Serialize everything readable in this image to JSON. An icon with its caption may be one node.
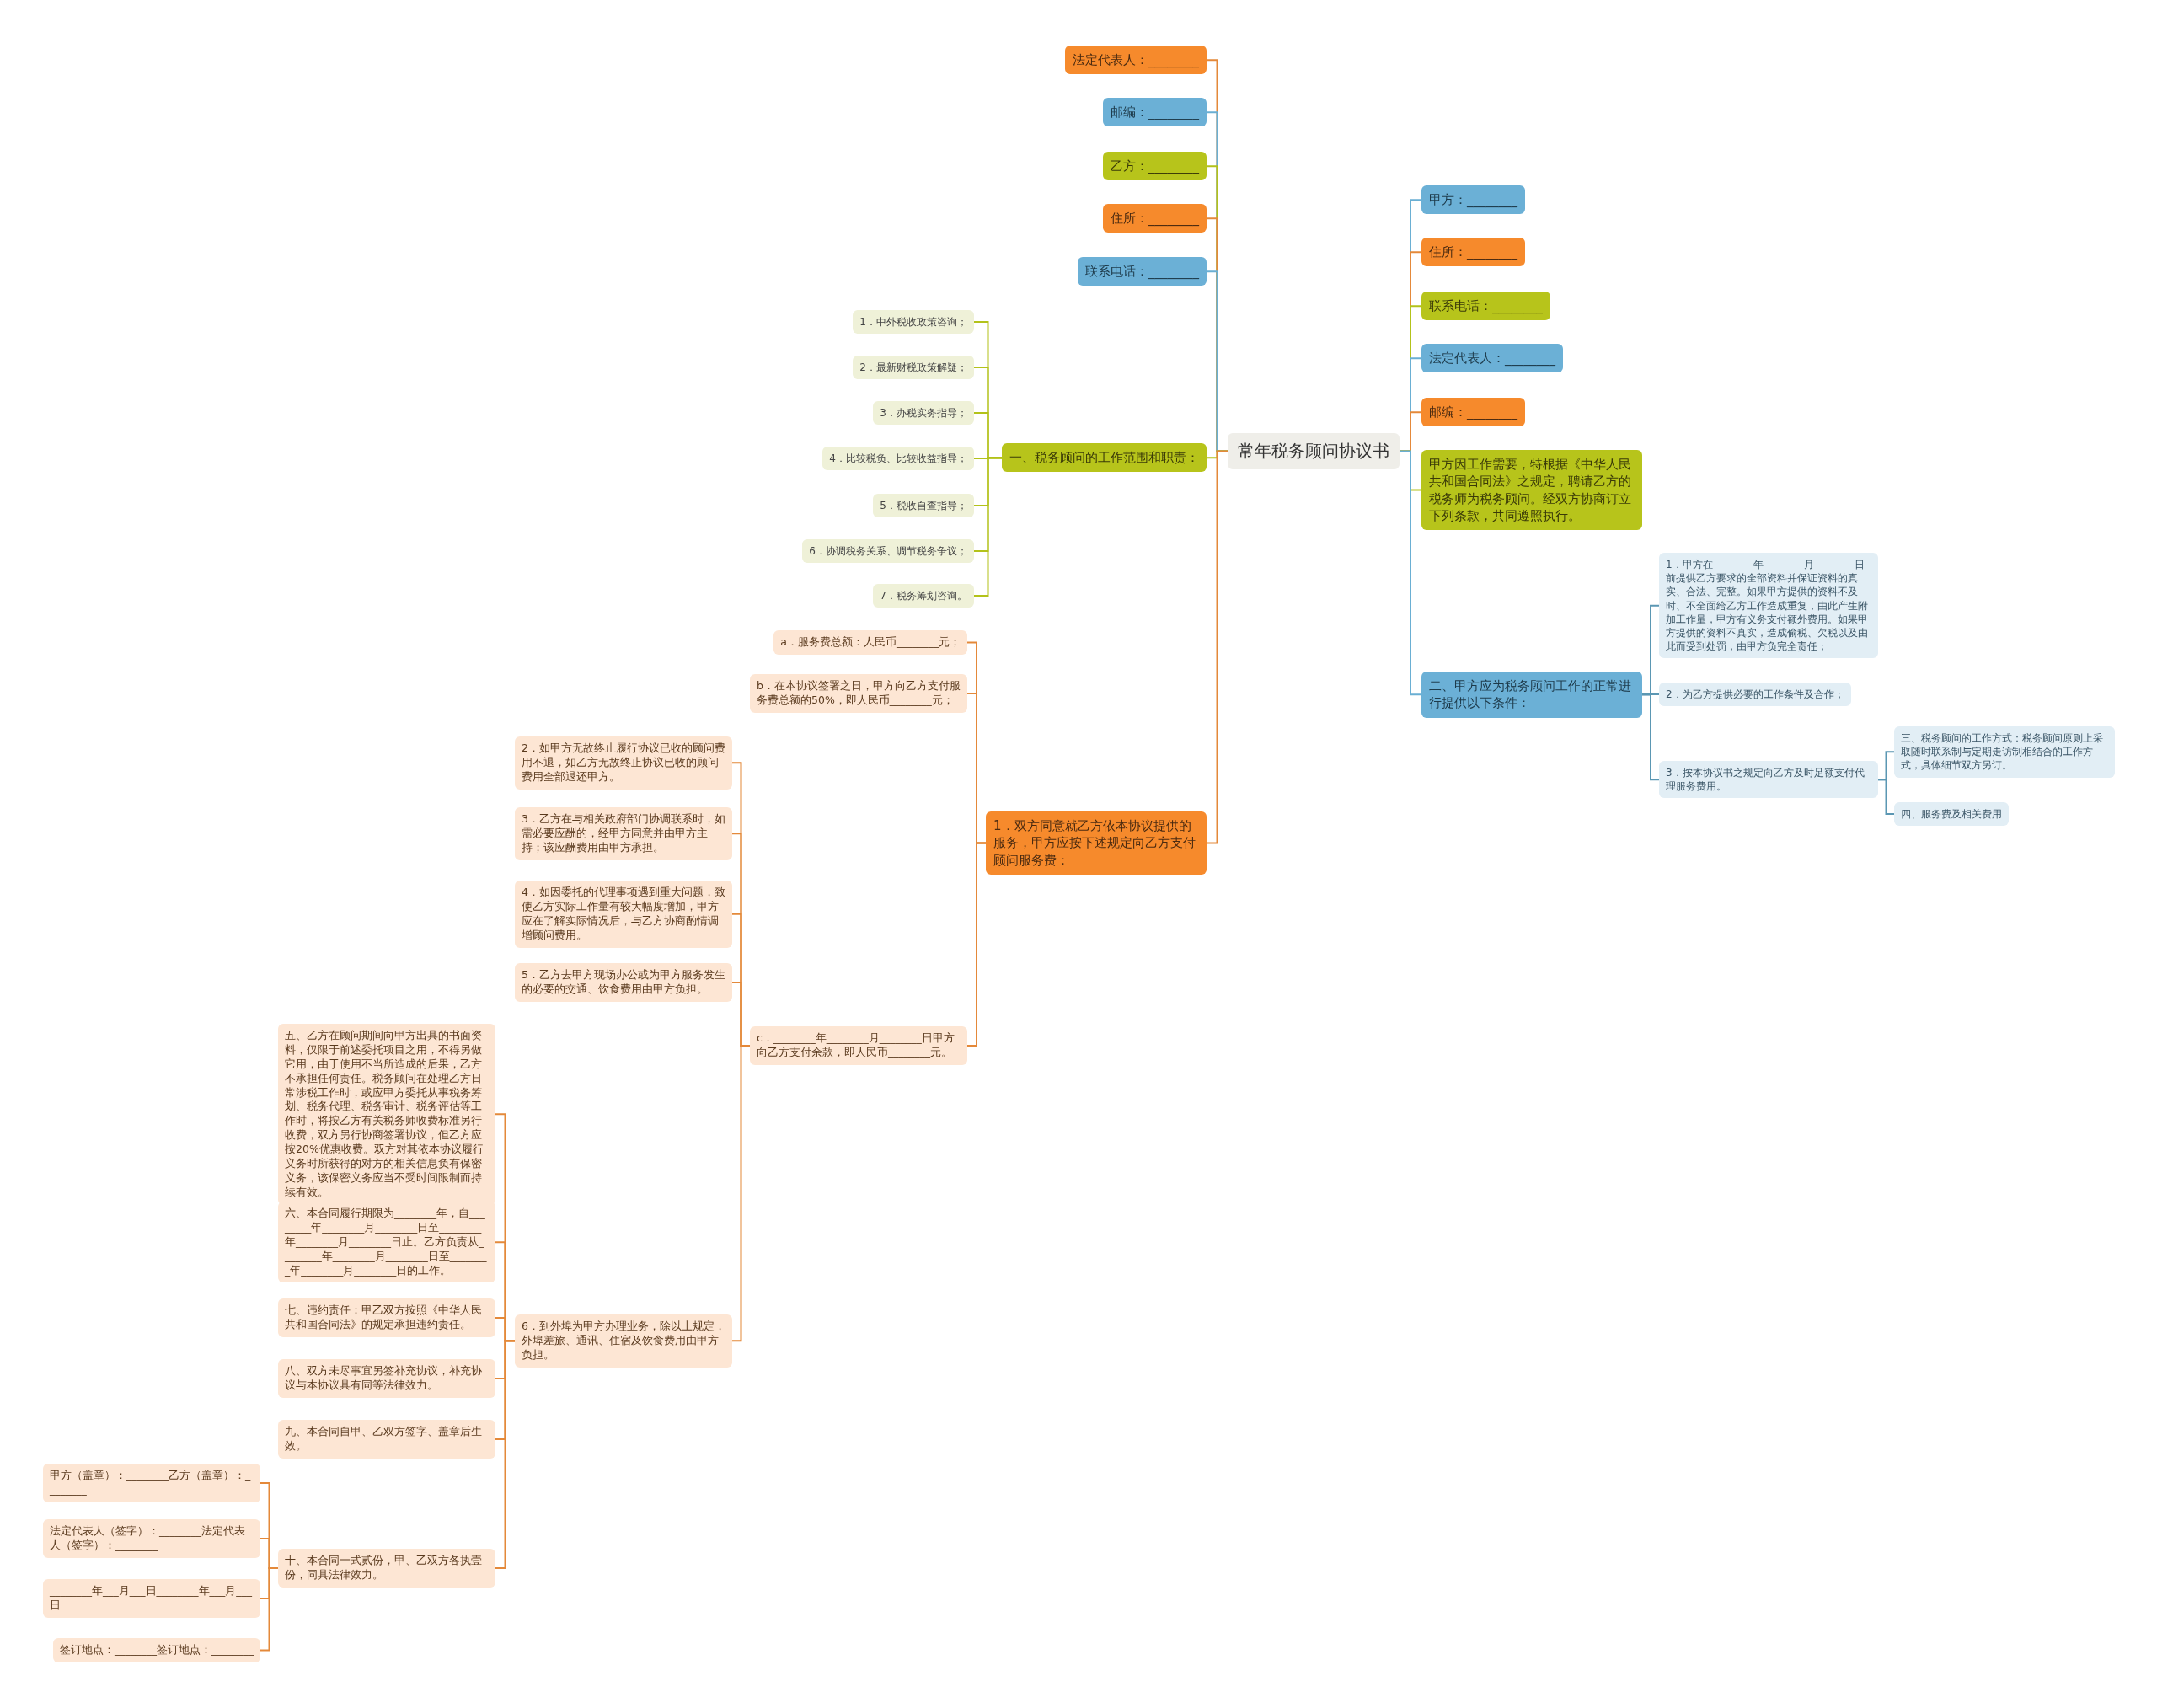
{
  "diagram": {
    "nodes": [
      {
        "text": [
          "常年税务顾问协议书"
        ]
      },
      {
        "text": [
          "法定代表人：________"
        ]
      },
      {
        "text": [
          "邮编：________"
        ]
      },
      {
        "text": [
          "乙方：________"
        ]
      },
      {
        "text": [
          "住所：________"
        ]
      },
      {
        "text": [
          "联系电话：________"
        ]
      },
      {
        "text": [
          "一、税务顾问的工作范围和职责："
        ]
      },
      {
        "text": [
          "1．中外税收政策咨询；"
        ]
      },
      {
        "text": [
          "2．最新财税政策解疑；"
        ]
      },
      {
        "text": [
          "3．办税实务指导；"
        ]
      },
      {
        "text": [
          "4．比较税负、比较收益指导；"
        ]
      },
      {
        "text": [
          "5．税收自查指导；"
        ]
      },
      {
        "text": [
          "6．协调税务关系、调节税务争议；"
        ]
      },
      {
        "text": [
          "7．税务筹划咨询。"
        ]
      },
      {
        "text": [
          "1．双方同意就乙方依本协议提供的服务，甲方应按下述规定向乙方支付顾问服务费："
        ]
      },
      {
        "text": [
          "a．服务费总额：人民币________元；"
        ]
      },
      {
        "text": [
          "b．在本协议签署之日，甲方向乙方支付服务费总额的50%，即人民币________元；"
        ]
      },
      {
        "text": [
          "c．________年________月________日甲方向乙方支付余款，即人民币________元。"
        ]
      },
      {
        "text": [
          "2．如甲方无故终止履行协议已收的顾问费用不退，如乙方无故终止协议已收的顾问费用全部退还甲方。"
        ]
      },
      {
        "text": [
          "3．乙方在与相关政府部门协调联系时，如需必要应酬的，经甲方同意并由甲方主持；该应酬费用由甲方承担。"
        ]
      },
      {
        "text": [
          "4．如因委托的代理事项遇到重大问题，致使乙方实际工作量有较大幅度增加，甲方应在了解实际情况后，与乙方协商酌情调增顾问费用。"
        ]
      },
      {
        "text": [
          "5．乙方去甲方现场办公或为甲方服务发生的必要的交通、饮食费用由甲方负担。"
        ]
      },
      {
        "text": [
          "6．到外埠为甲方办理业务，除以上规定，外埠差旅、通讯、住宿及饮食费用由甲方负担。"
        ]
      },
      {
        "text": [
          "五、乙方在顾问期间向甲方出具的书面资料，仅限于前述委托项目之用，不得另做它用，由于使用不当所造成的后果，乙方不承担任何责任。税务顾问在处理乙方日常涉税工作时，或应甲方委托从事税务筹划、税务代理、税务审计、税务评估等工作时，将按乙方有关税务师收费标准另行收费，双方另行协商签署协议，但乙方应按20%优惠收费。双方对其依本协议履行义务时所获得的对方的相关信息负有保密义务，该保密义务应当不受时间限制而持续有效。"
        ]
      },
      {
        "text": [
          "六、本合同履行期限为________年，自________年________月________日至________年________月________日止。乙方负责从________年________月________日至________年________月________日的工作。"
        ]
      },
      {
        "text": [
          "七、违约责任：甲乙双方按照《中华人民共和国合同法》的规定承担违约责任。"
        ]
      },
      {
        "text": [
          "八、双方未尽事宜另签补充协议，补充协议与本协议具有同等法律效力。"
        ]
      },
      {
        "text": [
          "九、本合同自甲、乙双方签字、盖章后生效。"
        ]
      },
      {
        "text": [
          "十、本合同一式贰份，甲、乙双方各执壹份，同具法律效力。"
        ]
      },
      {
        "text": [
          "甲方（盖章）：________乙方（盖章）：________"
        ]
      },
      {
        "text": [
          "法定代表人（签字）：________法定代表人（签字）：________"
        ]
      },
      {
        "text": [
          "________年___月___日________年___月___日"
        ]
      },
      {
        "text": [
          "签订地点：________签订地点：________"
        ]
      },
      {
        "text": [
          "甲方：________"
        ]
      },
      {
        "text": [
          "住所：________"
        ]
      },
      {
        "text": [
          "联系电话：________"
        ]
      },
      {
        "text": [
          "法定代表人：________"
        ]
      },
      {
        "text": [
          "邮编：________"
        ]
      },
      {
        "text": [
          "甲方因工作需要，特根据《中华人民共和国合同法》之规定，聘请乙方的税务师为税务顾问。经双方协商订立下列条款，共同遵照执行。"
        ]
      },
      {
        "text": [
          "二、甲方应为税务顾问工作的正常进行提供以下条件："
        ]
      },
      {
        "text": [
          "1．甲方在________年________月________日前提供乙方要求的全部资料并保证资料的真实、合法、完整。如果甲方提供的资料不及时、不全面给乙方工作造成重复，由此产生附加工作量，甲方有义务支付额外费用。如果甲方提供的资料不真实，造成偷税、欠税以及由此而受到处罚，由甲方负完全责任；"
        ]
      },
      {
        "text": [
          "2．为乙方提供必要的工作条件及合作；"
        ]
      },
      {
        "text": [
          "3．按本协议书之规定向乙方及时足额支付代理服务费用。"
        ]
      },
      {
        "text": [
          "三、税务顾问的工作方式：税务顾问原则上采取随时联系制与定期走访制相结合的工作方式，具体细节双方另订。"
        ]
      },
      {
        "text": [
          "四、服务费及相关费用"
        ]
      }
    ],
    "edges": [
      {
        "from": 0,
        "to": 1,
        "arrow": "none"
      },
      {
        "from": 0,
        "to": 2,
        "arrow": "none",
        "color": "#6aafd3"
      },
      {
        "from": 0,
        "to": 3,
        "arrow": "none",
        "color": "#b3c21a"
      },
      {
        "from": 0,
        "to": 4,
        "arrow": "none"
      },
      {
        "from": 0,
        "to": 5,
        "arrow": "none",
        "color": "#6aafd3"
      },
      {
        "from": 0,
        "to": 6,
        "arrow": "none",
        "color": "#b3c21a"
      },
      {
        "from": 6,
        "to": 7,
        "arrow": "none",
        "color": "#b3c21a"
      },
      {
        "from": 6,
        "to": 8,
        "arrow": "none",
        "color": "#b3c21a"
      },
      {
        "from": 6,
        "to": 9,
        "arrow": "none",
        "color": "#b3c21a"
      },
      {
        "from": 6,
        "to": 10,
        "arrow": "none",
        "color": "#b3c21a"
      },
      {
        "from": 6,
        "to": 11,
        "arrow": "none",
        "color": "#b3c21a"
      },
      {
        "from": 6,
        "to": 12,
        "arrow": "none",
        "color": "#b3c21a"
      },
      {
        "from": 6,
        "to": 13,
        "arrow": "none",
        "color": "#b3c21a"
      },
      {
        "from": 0,
        "to": 14,
        "arrow": "none"
      },
      {
        "from": 14,
        "to": 15,
        "arrow": "none"
      },
      {
        "from": 14,
        "to": 16,
        "arrow": "none"
      },
      {
        "from": 14,
        "to": 17,
        "arrow": "none"
      },
      {
        "from": 17,
        "to": 18,
        "arrow": "none"
      },
      {
        "from": 17,
        "to": 19,
        "arrow": "none"
      },
      {
        "from": 17,
        "to": 20,
        "arrow": "none"
      },
      {
        "from": 17,
        "to": 21,
        "arrow": "none"
      },
      {
        "from": 17,
        "to": 22,
        "arrow": "none"
      },
      {
        "from": 22,
        "to": 23,
        "arrow": "none"
      },
      {
        "from": 22,
        "to": 24,
        "arrow": "none"
      },
      {
        "from": 22,
        "to": 25,
        "arrow": "none"
      },
      {
        "from": 22,
        "to": 26,
        "arrow": "none"
      },
      {
        "from": 22,
        "to": 27,
        "arrow": "none"
      },
      {
        "from": 22,
        "to": 28,
        "arrow": "none"
      },
      {
        "from": 28,
        "to": 29,
        "arrow": "none"
      },
      {
        "from": 28,
        "to": 30,
        "arrow": "none"
      },
      {
        "from": 28,
        "to": 31,
        "arrow": "none"
      },
      {
        "from": 28,
        "to": 32,
        "arrow": "none"
      },
      {
        "from": 0,
        "to": 33,
        "arrow": "none",
        "color": "#6aafd3"
      },
      {
        "from": 0,
        "to": 34,
        "arrow": "none"
      },
      {
        "from": 0,
        "to": 35,
        "arrow": "none",
        "color": "#b3c21a"
      },
      {
        "from": 0,
        "to": 36,
        "arrow": "none",
        "color": "#6aafd3"
      },
      {
        "from": 0,
        "to": 37,
        "arrow": "none"
      },
      {
        "from": 0,
        "to": 38,
        "arrow": "none",
        "color": "#b3c21a"
      },
      {
        "from": 0,
        "to": 39,
        "arrow": "none",
        "color": "#6aafd3"
      },
      {
        "from": 39,
        "to": 40,
        "arrow": "none",
        "color": "#5b97b3"
      },
      {
        "from": 39,
        "to": 41,
        "arrow": "none",
        "color": "#5b97b3"
      },
      {
        "from": 39,
        "to": 42,
        "arrow": "none",
        "color": "#5b97b3"
      },
      {
        "from": 42,
        "to": 43,
        "arrow": "none",
        "color": "#5b97b3"
      },
      {
        "from": 42,
        "to": 44,
        "arrow": "none",
        "color": "#5b97b3"
      }
    ]
  }
}
